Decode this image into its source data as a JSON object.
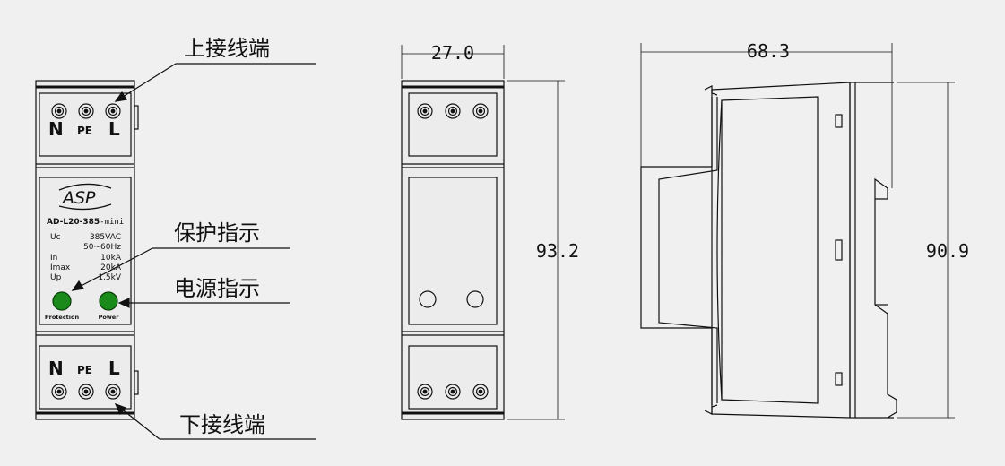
{
  "front": {
    "brand": "ASP",
    "model": "AD-L20-385",
    "model_suffix": "-mini",
    "specs": [
      {
        "key": "Uc",
        "value": "385VAC"
      },
      {
        "key": "",
        "value": "50~60Hz"
      },
      {
        "key": "In",
        "value": "10kA"
      },
      {
        "key": "Imax",
        "value": "20kA"
      },
      {
        "key": "Up",
        "value": "1.5kV"
      }
    ],
    "terminal_labels": {
      "n": "N",
      "pe": "PE",
      "l": "L"
    },
    "led_protection_label": "Protection",
    "led_power_label": "Power",
    "led_color": "#1a8a1a"
  },
  "callouts": {
    "top_terminal": "上接线端",
    "protection_indicator": "保护指示",
    "power_indicator": "电源指示",
    "bottom_terminal": "下接线端"
  },
  "dimensions": {
    "width": "27.0",
    "height_side": "93.2",
    "depth": "68.3",
    "height_profile": "90.9"
  }
}
